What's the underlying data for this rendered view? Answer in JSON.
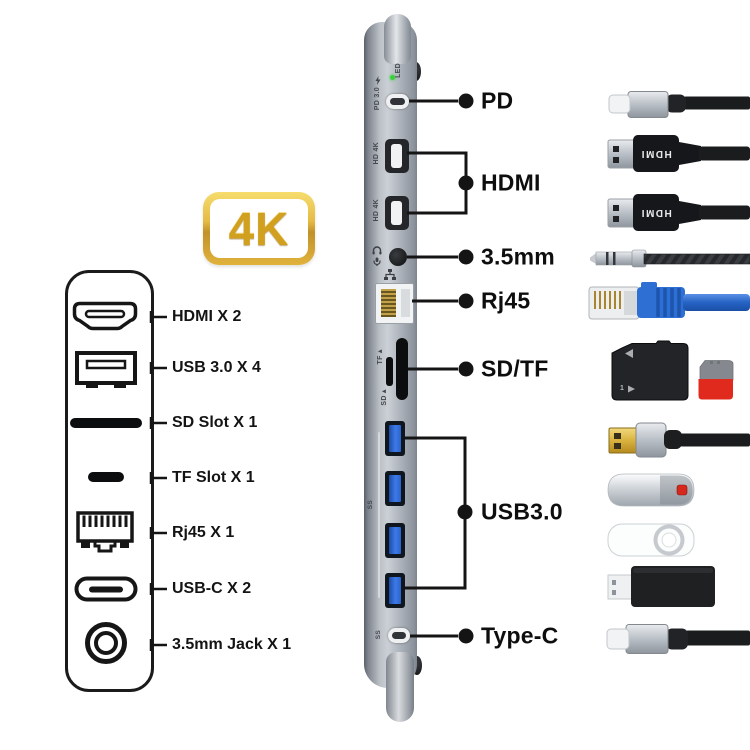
{
  "badge": {
    "label": "4K"
  },
  "device": {
    "markings": {
      "led": "LED",
      "pd": "PD 3.0",
      "hdmi1": "HD 4K",
      "hdmi2": "HD 4K",
      "tf": "TF▸",
      "sd": "SD▸",
      "ss_usb": "SS",
      "ss_typec": "SS"
    }
  },
  "callouts": {
    "pd": "PD",
    "hdmi": "HDMI",
    "audio": "3.5mm",
    "rj45": "Rj45",
    "sdtf": "SD/TF",
    "usb3": "USB3.0",
    "typec": "Type-C"
  },
  "spec_panel": {
    "items": [
      {
        "label": "HDMI X 2"
      },
      {
        "label": "USB 3.0 X 4"
      },
      {
        "label": "SD Slot X 1"
      },
      {
        "label": "TF Slot X 1"
      },
      {
        "label": "Rj45 X 1"
      },
      {
        "label": "USB-C X 2"
      },
      {
        "label": "3.5mm Jack X 1"
      }
    ]
  },
  "accessories": {
    "hdmi_print": "HDMI",
    "sd_mark": "1"
  },
  "colors": {
    "gold": "#d2a01f",
    "usb_blue": "#3c7ae8",
    "ethernet_blue": "#2e6fd4",
    "tf_red": "#e02a1e",
    "led_green": "#39d23c",
    "line_black": "#141414"
  }
}
